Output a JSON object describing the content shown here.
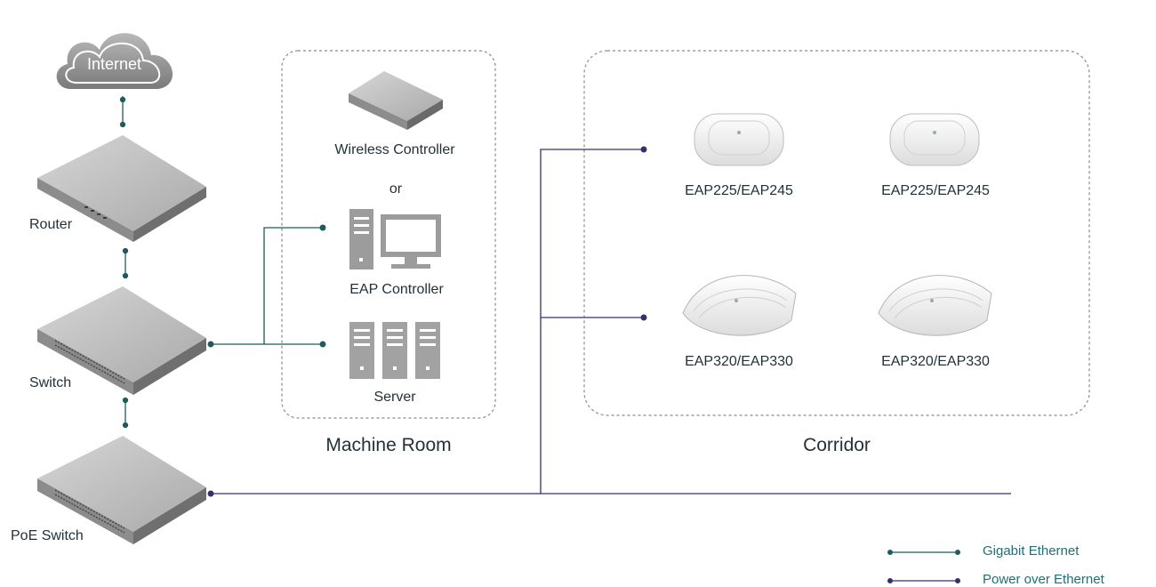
{
  "devices": {
    "internet": "Internet",
    "router": "Router",
    "switch": "Switch",
    "poe_switch": "PoE Switch",
    "wireless_controller": "Wireless Controller",
    "or": "or",
    "eap_controller": "EAP Controller",
    "server": "Server",
    "ap_top_left": "EAP225/EAP245",
    "ap_top_right": "EAP225/EAP245",
    "ap_bottom_left": "EAP320/EAP330",
    "ap_bottom_right": "EAP320/EAP330"
  },
  "zones": {
    "machine_room": "Machine Room",
    "corridor": "Corridor"
  },
  "legend": [
    {
      "label": "Gigabit Ethernet",
      "color": "#1e5c5c"
    },
    {
      "label": "Power over Ethernet",
      "color": "#3a2d6e"
    }
  ],
  "colors": {
    "gigabit": "#1e5c5c",
    "poe": "#3a2d6e",
    "zone_border": "#8a8a8a"
  }
}
